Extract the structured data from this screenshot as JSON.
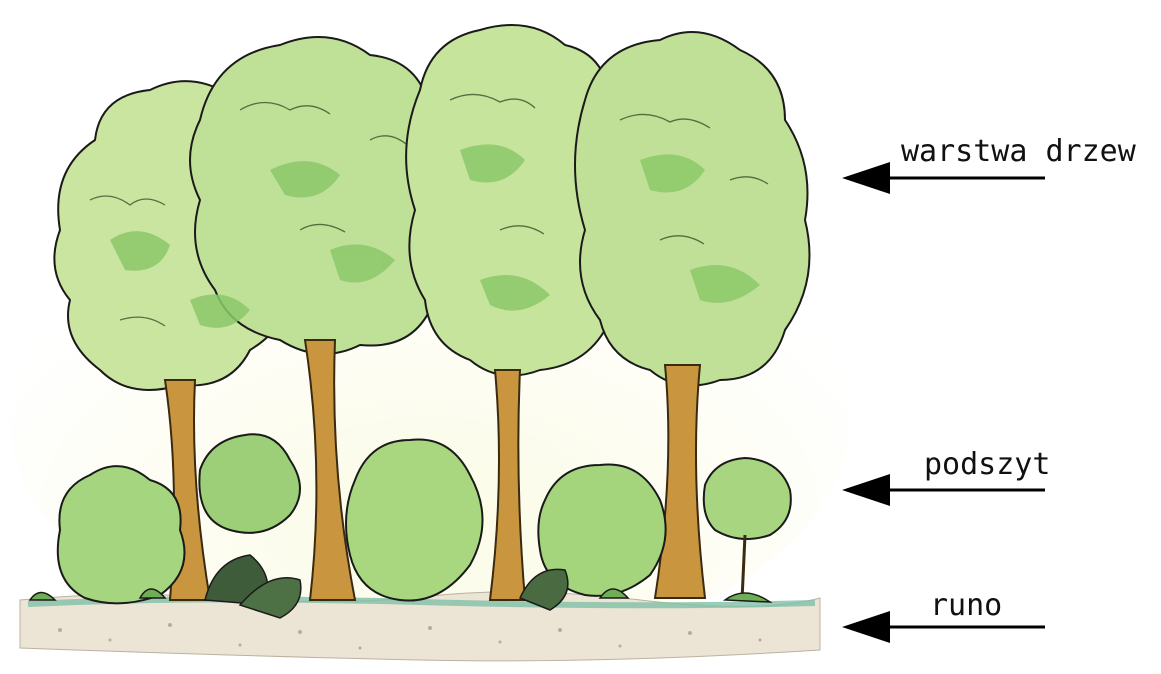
{
  "labels": {
    "tree_layer": "warstwa drzew",
    "undergrowth": "podszyt",
    "ground_cover": "runo"
  },
  "colors": {
    "foliage_light": "#cfe8a6",
    "foliage_mid": "#9fd07a",
    "foliage_dark": "#5fae4a",
    "trunk": "#c9963f",
    "ground": "#e9e1d2",
    "outline": "#1a1a1a"
  }
}
